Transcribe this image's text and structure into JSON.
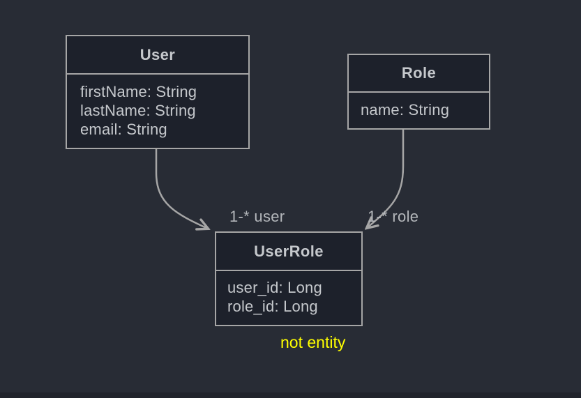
{
  "diagram": {
    "type": "uml-class-diagram",
    "colors": {
      "background": "#282c35",
      "node_fill": "#1d212b",
      "node_border": "#a6a6a6",
      "node_text": "#c5c8cc",
      "edge": "#a6a6a6",
      "edge_label_text": "#b4b7bb",
      "annotation_text": "#ffff00",
      "bottom_strip": "#21242c"
    },
    "classes": [
      {
        "name": "User",
        "attributes": [
          "firstName: String",
          "lastName: String",
          "email: String"
        ]
      },
      {
        "name": "Role",
        "attributes": [
          "name: String"
        ]
      },
      {
        "name": "UserRole",
        "attributes": [
          "user_id: Long",
          "role_id: Long"
        ]
      }
    ],
    "edges": [
      {
        "from": "User",
        "to": "UserRole",
        "label": "1-* user"
      },
      {
        "from": "Role",
        "to": "UserRole",
        "label": "1-* role"
      }
    ],
    "annotation": "not entity"
  }
}
